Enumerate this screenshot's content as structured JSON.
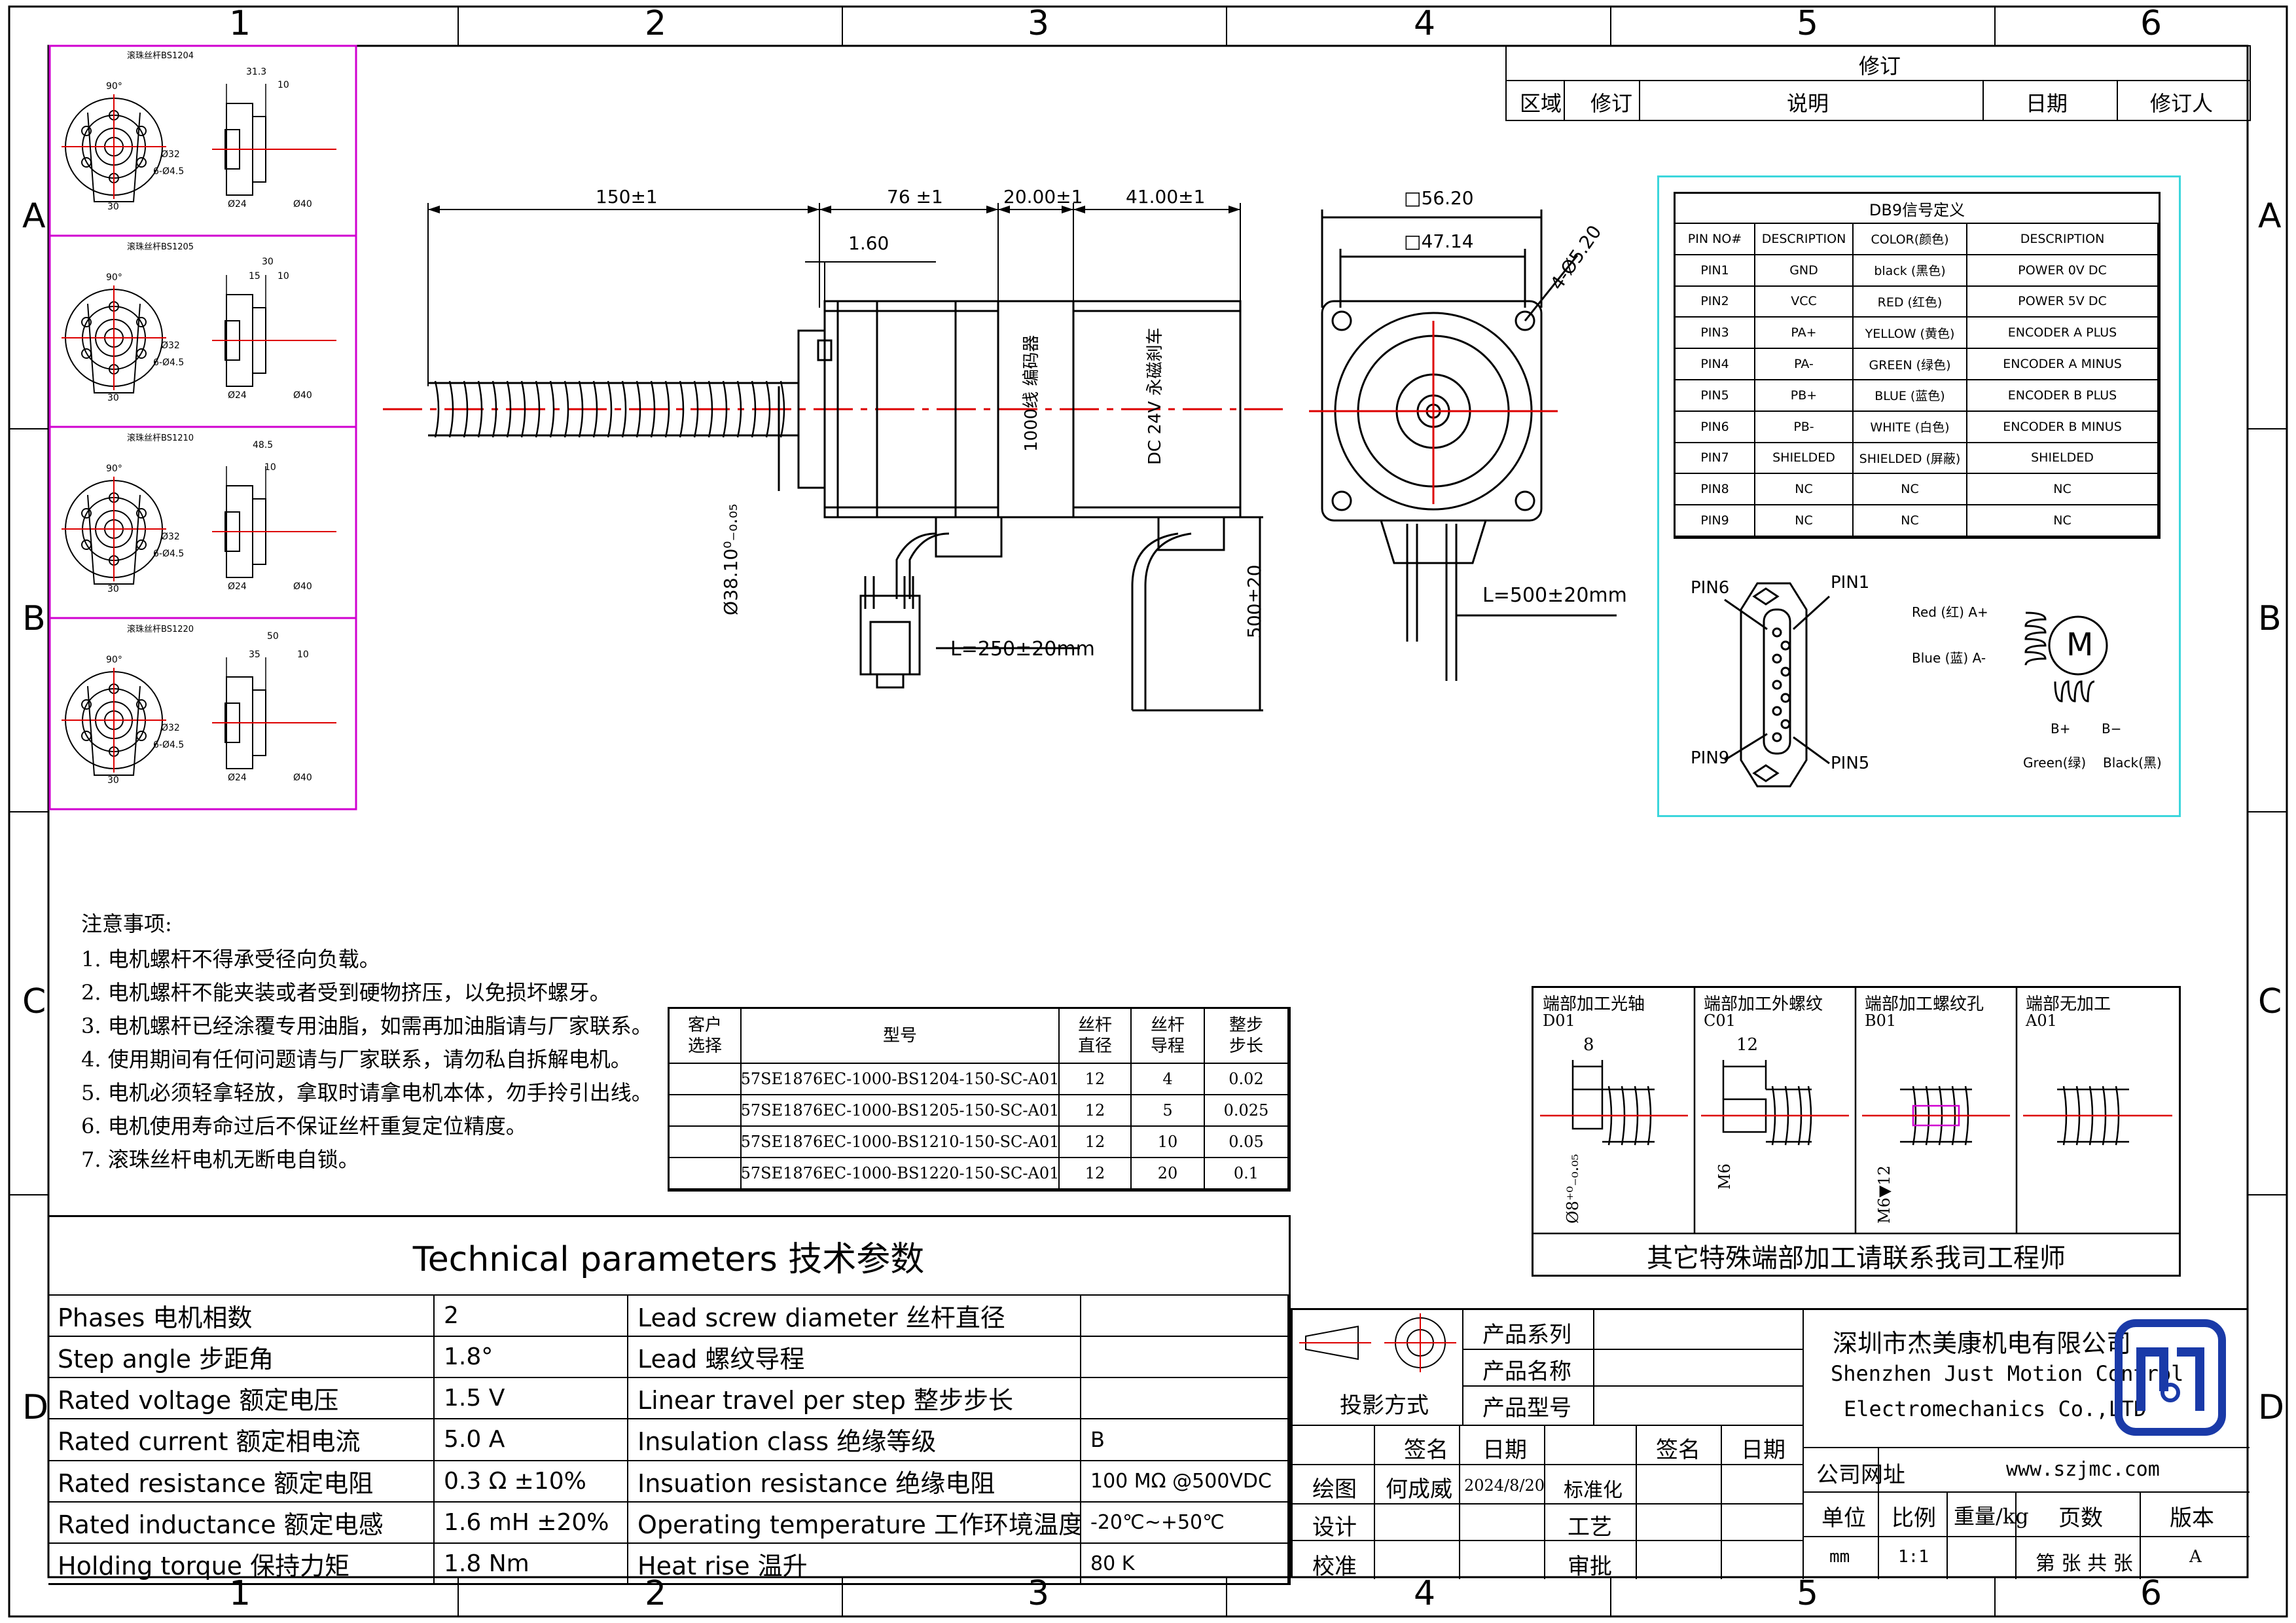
{
  "frame": {
    "col_numbers": [
      "1",
      "2",
      "3",
      "4",
      "5",
      "6"
    ],
    "row_letters": [
      "A",
      "B",
      "C",
      "D"
    ]
  },
  "revision": {
    "title": "修订",
    "headers": [
      "区域",
      "修订",
      "说明",
      "日期",
      "修订人"
    ]
  },
  "leadscrew_views": [
    {
      "label": "滚珠丝杆BS1204",
      "angle": "90°",
      "width_top": "31.3",
      "width_small": "10",
      "d1": "Ø32",
      "holes": "6-Ø4.5",
      "bottom": "30",
      "d24": "Ø24",
      "d40": "Ø40"
    },
    {
      "label": "滚珠丝杆BS1205",
      "angle": "90°",
      "width_top": "30",
      "width_mid": "15",
      "width_small": "10",
      "d1": "Ø32",
      "holes": "6-Ø4.5",
      "bottom": "30",
      "d24": "Ø24",
      "d40": "Ø40"
    },
    {
      "label": "滚珠丝杆BS1210",
      "angle": "90°",
      "width_top": "48.5",
      "width_small": "10",
      "d1": "Ø32",
      "holes": "6-Ø4.5",
      "bottom": "30",
      "d24": "Ø24",
      "d40": "Ø40"
    },
    {
      "label": "滚珠丝杆BS1220",
      "angle": "90°",
      "width_top": "50",
      "width_mid": "35",
      "width_small": "10",
      "d1": "Ø32",
      "holes": "6-Ø4.5",
      "bottom": "30",
      "d24": "Ø24",
      "d40": "Ø40"
    }
  ],
  "side_view": {
    "dim_screw": "150±1",
    "dim_motor": "76 ±1",
    "dim_encoder": "20.00±1",
    "dim_brake": "41.00±1",
    "dim_flange": "1.60",
    "dim_pilot": "Ø38.10⁰₋₀.₀₅",
    "encoder_text": "1000线 编码器",
    "brake_text": "DC 24V 永磁刹车",
    "cable_encoder": "L=250±20mm",
    "cable_brake": "500±20"
  },
  "front_view": {
    "square_outer": "□56.20",
    "square_inner": "□47.14",
    "holes": "4-Ø5.20",
    "cable": "L=500±20mm"
  },
  "db9": {
    "title": "DB9信号定义",
    "headers": [
      "PIN NO#",
      "DESCRIPTION",
      "COLOR(颜色)",
      "DESCRIPTION"
    ],
    "rows": [
      [
        "PIN1",
        "GND",
        "black (黑色)",
        "POWER 0V DC"
      ],
      [
        "PIN2",
        "VCC",
        "RED (红色)",
        "POWER 5V DC"
      ],
      [
        "PIN3",
        "PA+",
        "YELLOW (黄色)",
        "ENCODER A PLUS"
      ],
      [
        "PIN4",
        "PA-",
        "GREEN (绿色)",
        "ENCODER A MINUS"
      ],
      [
        "PIN5",
        "PB+",
        "BLUE (蓝色)",
        "ENCODER B PLUS"
      ],
      [
        "PIN6",
        "PB-",
        "WHITE (白色)",
        "ENCODER B MINUS"
      ],
      [
        "PIN7",
        "SHIELDED",
        "SHIELDED (屏蔽)",
        "SHIELDED"
      ],
      [
        "PIN8",
        "NC",
        "NC",
        "NC"
      ],
      [
        "PIN9",
        "NC",
        "NC",
        "NC"
      ]
    ],
    "connector_labels": {
      "pin6": "PIN6",
      "pin1": "PIN1",
      "pin9": "PIN9",
      "pin5": "PIN5"
    },
    "motor_labels": {
      "red": "Red (红) A+",
      "blue": "Blue (蓝) A-",
      "m": "M",
      "bplus": "B+",
      "bminus": "B−",
      "green": "Green(绿)",
      "black": "Black(黑)"
    }
  },
  "notes": {
    "title": "注意事项:",
    "items": [
      "1.  电机螺杆不得承受径向负载。",
      "2.  电机螺杆不能夹装或者受到硬物挤压，以免损坏螺牙。",
      "3.  电机螺杆已经涂覆专用油脂，如需再加油脂请与厂家联系。",
      "4.  使用期间有任何问题请与厂家联系，请勿私自拆解电机。",
      "5.  电机必须轻拿轻放，拿取时请拿电机本体，勿手拎引出线。",
      "6.  电机使用寿命过后不保证丝杆重复定位精度。",
      "7.  滚珠丝杆电机无断电自锁。"
    ]
  },
  "models": {
    "headers": [
      "客户\n选择",
      "型号",
      "丝杆\n直径",
      "丝杆\n导程",
      "整步\n步长"
    ],
    "rows": [
      [
        "",
        "57SE1876EC-1000-BS1204-150-SC-A01",
        "12",
        "4",
        "0.02"
      ],
      [
        "",
        "57SE1876EC-1000-BS1205-150-SC-A01",
        "12",
        "5",
        "0.025"
      ],
      [
        "",
        "57SE1876EC-1000-BS1210-150-SC-A01",
        "12",
        "10",
        "0.05"
      ],
      [
        "",
        "57SE1876EC-1000-BS1220-150-SC-A01",
        "12",
        "20",
        "0.1"
      ]
    ]
  },
  "end_machining": {
    "options": [
      {
        "title": "端部加工光轴",
        "code": "D01",
        "dim": "8",
        "dim2": "Ø8⁺⁰₋₀.₀₅"
      },
      {
        "title": "端部加工外螺纹",
        "code": "C01",
        "dim": "12",
        "dim2": "M6"
      },
      {
        "title": "端部加工螺纹孔",
        "code": "B01",
        "dim": "",
        "dim2": "M6▼12"
      },
      {
        "title": "端部无加工",
        "code": "A01",
        "dim": "",
        "dim2": ""
      }
    ],
    "footer": "其它特殊端部加工请联系我司工程师"
  },
  "tech": {
    "title": "Technical parameters 技术参数",
    "rows": [
      [
        "Phases 电机相数",
        "2",
        "Lead screw diameter 丝杆直径",
        ""
      ],
      [
        "Step angle 步距角",
        "1.8°",
        "Lead 螺纹导程",
        ""
      ],
      [
        "Rated voltage 额定电压",
        "1.5 V",
        "Linear travel per step 整步步长",
        ""
      ],
      [
        "Rated current 额定相电流",
        "5.0 A",
        "Insulation class 绝缘等级",
        "B"
      ],
      [
        "Rated resistance 额定电阻",
        "0.3 Ω  ±10%",
        "Insuation resistance 绝缘电阻",
        "100 MΩ @500VDC"
      ],
      [
        "Rated inductance 额定电感",
        "1.6 mH ±20%",
        "Operating temperature 工作环境温度",
        "-20℃~+50℃"
      ],
      [
        "Holding torque 保持力矩",
        "1.8 Nm",
        "Heat rise 温升",
        "80 K"
      ]
    ]
  },
  "title_block": {
    "projection": "投影方式",
    "product_series": "产品系列",
    "product_name": "产品名称",
    "product_model": "产品型号",
    "sign": "签名",
    "date": "日期",
    "sign2": "签名",
    "date2": "日期",
    "draw": "绘图",
    "drawer": "何成威",
    "draw_date": "2024/8/20",
    "standard": "标准化",
    "design": "设计",
    "process": "工艺",
    "check": "校准",
    "approve": "审批",
    "company_cn": "深圳市杰美康机电有限公司",
    "company_en1": "Shenzhen Just Motion Control",
    "company_en2": "Electromechanics Co.,LTD",
    "website_label": "公司网址",
    "website": "www.szjmc.com",
    "unit_label": "单位",
    "scale_label": "比例",
    "weight_label": "重量/kg",
    "pages_label": "页数",
    "version_label": "版本",
    "unit": "mm",
    "scale": "1:1",
    "weight": "",
    "pages": "第 张 共 张",
    "version": "A",
    "logo_colors": {
      "primary": "#1a3aa8"
    }
  }
}
